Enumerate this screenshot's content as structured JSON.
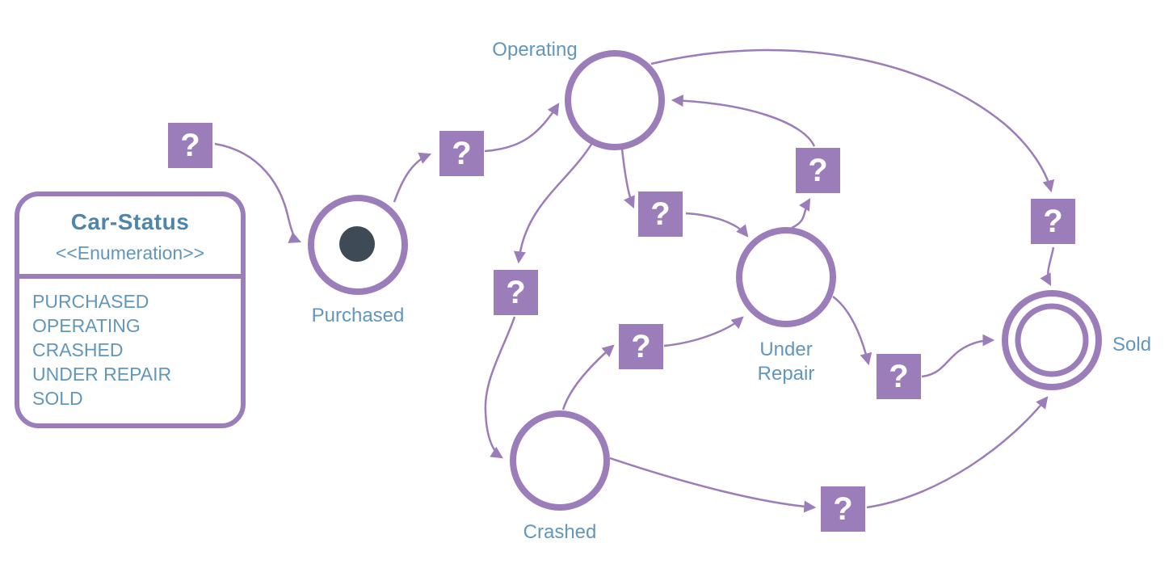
{
  "enum_box": {
    "title": "Car-Status",
    "stereotype": "<<Enumeration>>",
    "values": [
      "PURCHASED",
      "OPERATING",
      "CRASHED",
      "UNDER REPAIR",
      "SOLD"
    ]
  },
  "states": [
    {
      "label": "Purchased",
      "type": "initial"
    },
    {
      "label": "Operating",
      "type": "normal"
    },
    {
      "label": "Under Repair",
      "type": "normal"
    },
    {
      "label": "Crashed",
      "type": "normal"
    },
    {
      "label": "Sold",
      "type": "final"
    }
  ],
  "transitions": [
    {
      "from": "start",
      "to": "Purchased",
      "label": "?"
    },
    {
      "from": "Purchased",
      "to": "Operating",
      "label": "?"
    },
    {
      "from": "Operating",
      "to": "Crashed",
      "label": "?"
    },
    {
      "from": "Operating",
      "to": "Under Repair",
      "label": "?"
    },
    {
      "from": "Under Repair",
      "to": "Operating",
      "label": "?"
    },
    {
      "from": "Crashed",
      "to": "Under Repair",
      "label": "?"
    },
    {
      "from": "Under Repair",
      "to": "Sold",
      "label": "?"
    },
    {
      "from": "Crashed",
      "to": "Sold",
      "label": "?"
    },
    {
      "from": "Operating",
      "to": "Sold",
      "label": "?"
    }
  ],
  "colors": {
    "purple": "#9b7db9",
    "label_blue": "#6296ba",
    "title_blue": "#4d86ac",
    "initial_dot": "#3e4a55",
    "background": "#ffffff"
  }
}
